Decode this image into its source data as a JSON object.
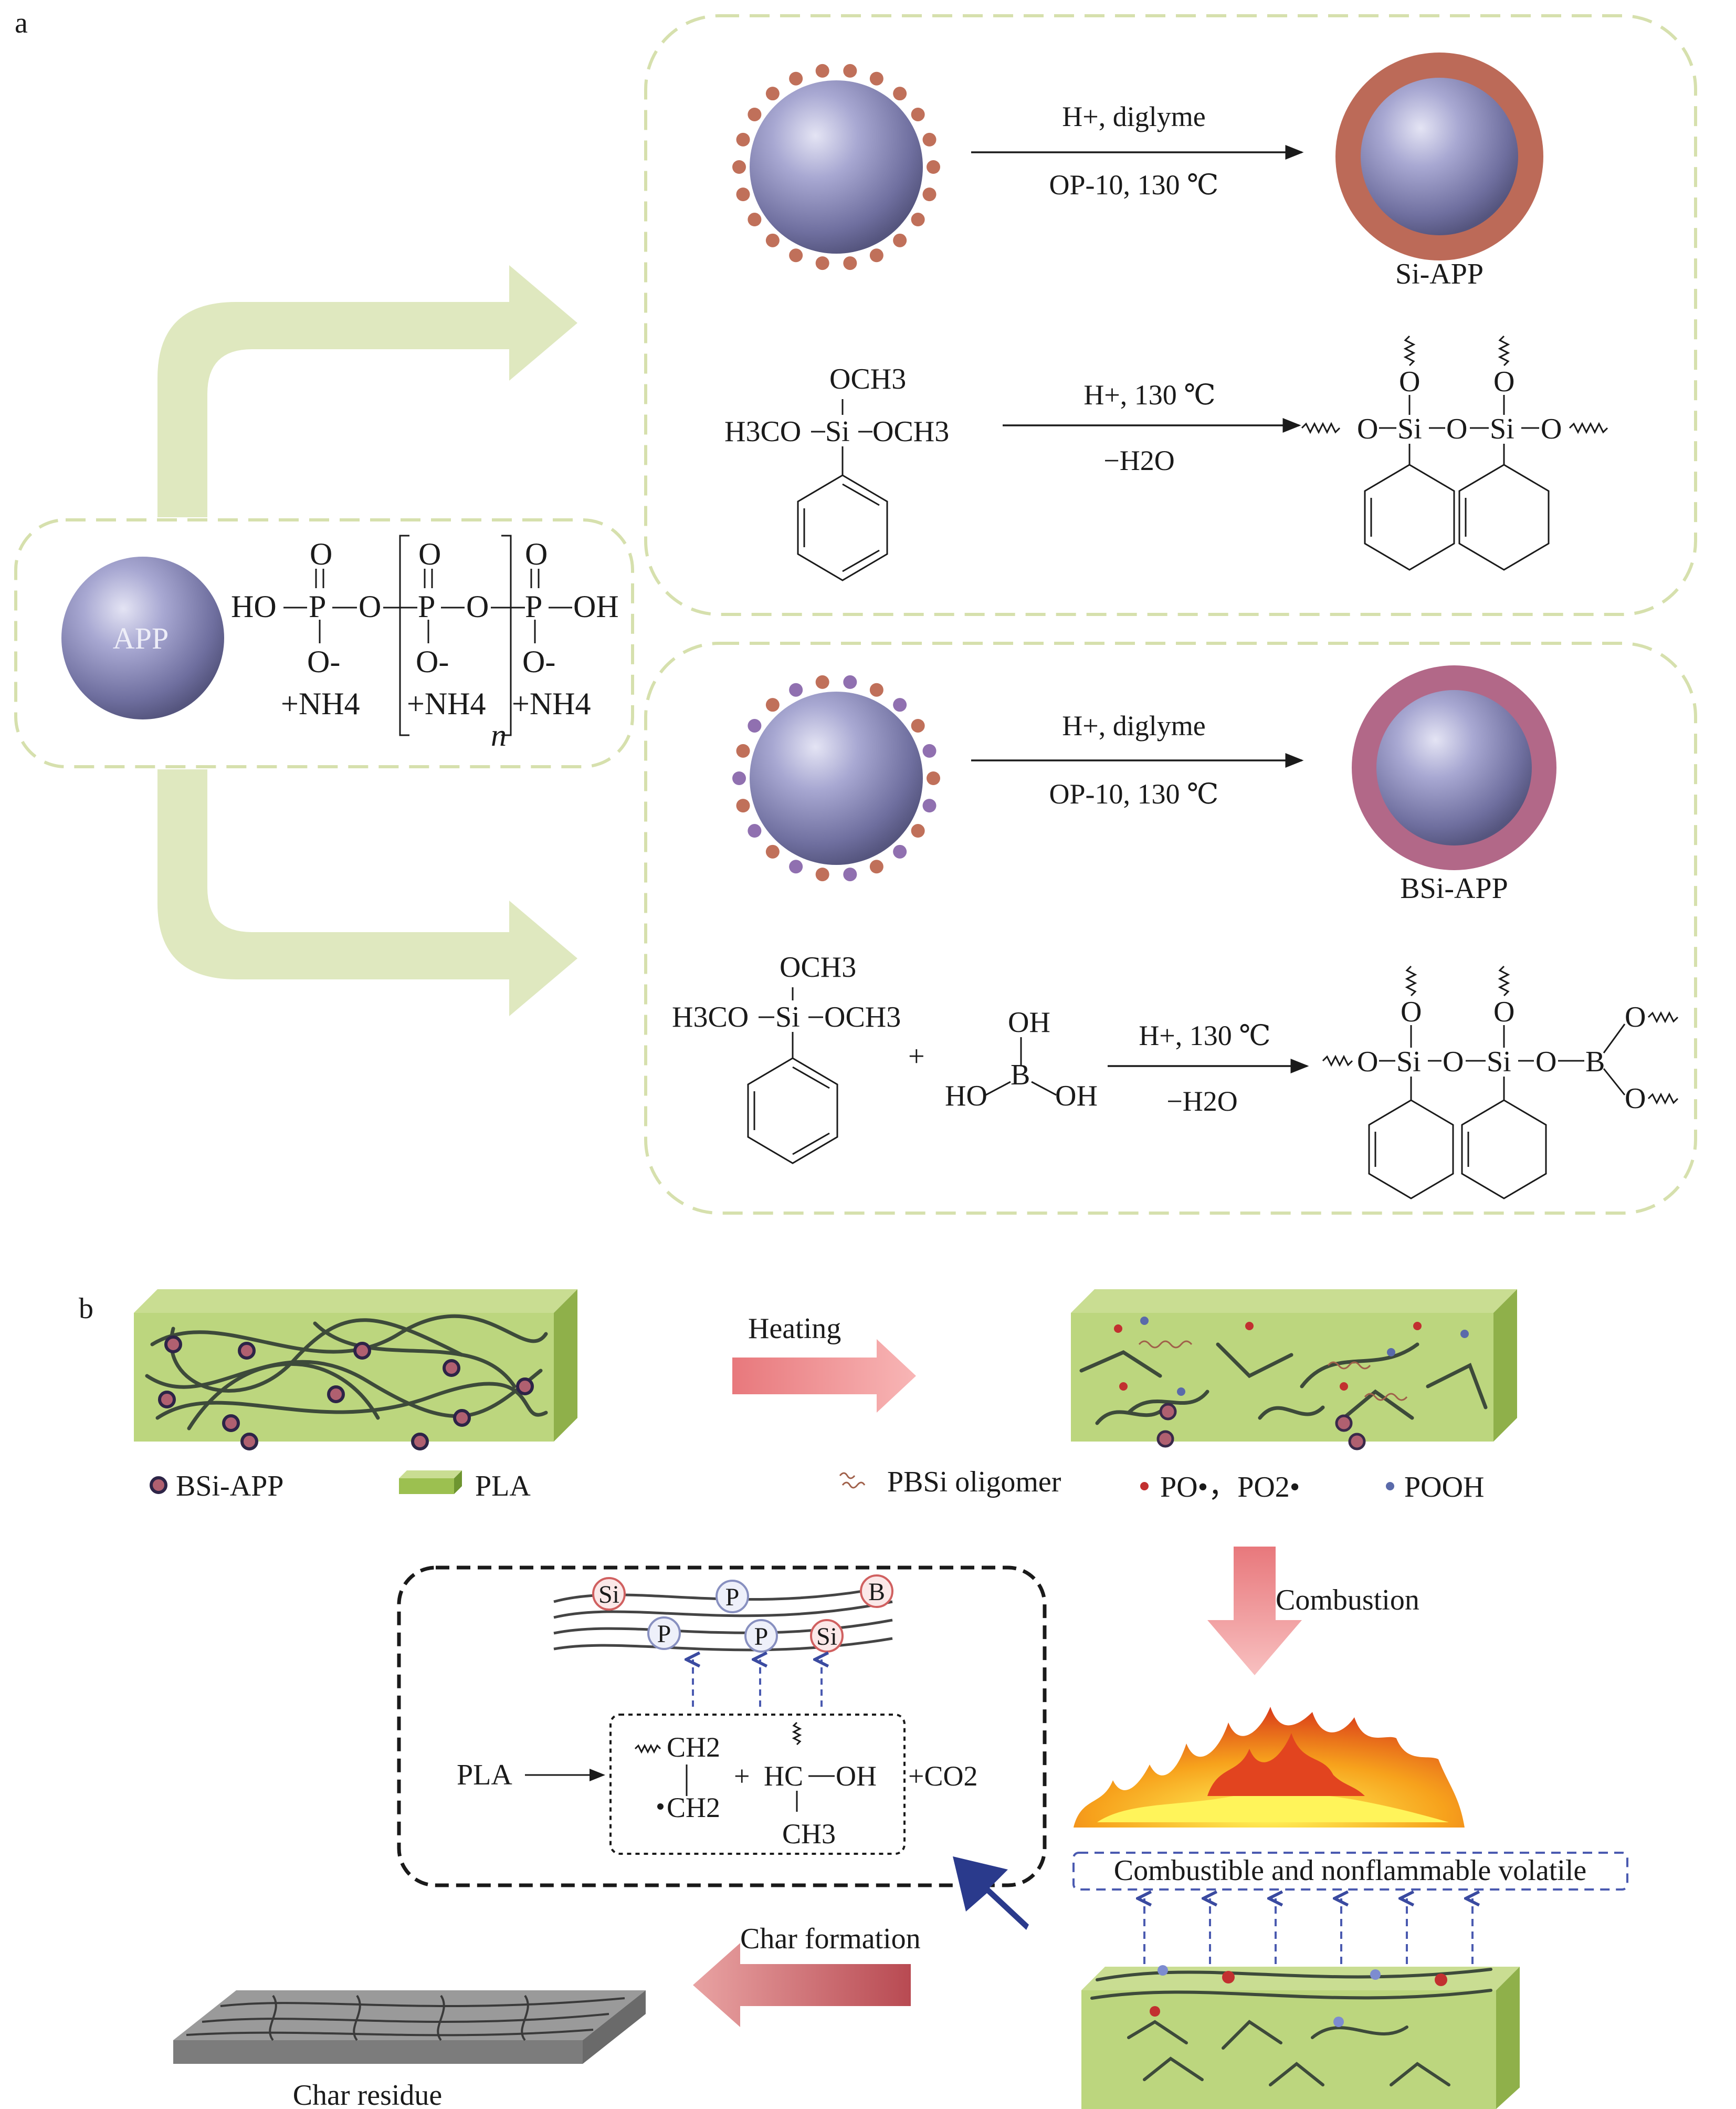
{
  "panel_a": {
    "label": "a",
    "app_particle": "APP",
    "formula": {
      "ho": "HO",
      "oh": "OH",
      "p": "P",
      "o": "O",
      "o_minus": "O-",
      "nh4": "+NH4",
      "n": "n"
    },
    "top": {
      "cond1": "H+, diglyme",
      "cond2": "OP-10, 130 ℃",
      "product": "Si-APP",
      "och3": "OCH3",
      "h3co": "H3CO",
      "si": "Si",
      "cond3": "H+, 130 ℃",
      "cond4": "−H2O"
    },
    "bottom": {
      "cond1": "H+, diglyme",
      "cond2": "OP-10, 130 ℃",
      "product": "BSi-APP",
      "och3": "OCH3",
      "h3co": "H3CO",
      "si": "Si",
      "plus": "+",
      "oh": "OH",
      "ho": "HO",
      "b": "B",
      "cond3": "H+, 130 ℃",
      "cond4": "−H2O"
    }
  },
  "panel_b": {
    "label": "b",
    "heating": "Heating",
    "legend_bsi_app": "BSi-APP",
    "legend_pla": "PLA",
    "legend_oligomer": "PBSi oligomer",
    "legend_radicals": "PO•，PO2•",
    "legend_pooh": "POOH",
    "combustion": "Combustion",
    "volatile": "Combustible and nonflammable volatile",
    "char_formation": "Char formation",
    "char_residue": "Char residue",
    "pla": "PLA",
    "nodes": [
      "Si",
      "P",
      "B",
      "P",
      "P",
      "Si"
    ],
    "ch2": "CH2",
    "ch3": "CH3",
    "hc": "HC",
    "oh": "OH",
    "co2": "+CO2",
    "plus": "+"
  }
}
